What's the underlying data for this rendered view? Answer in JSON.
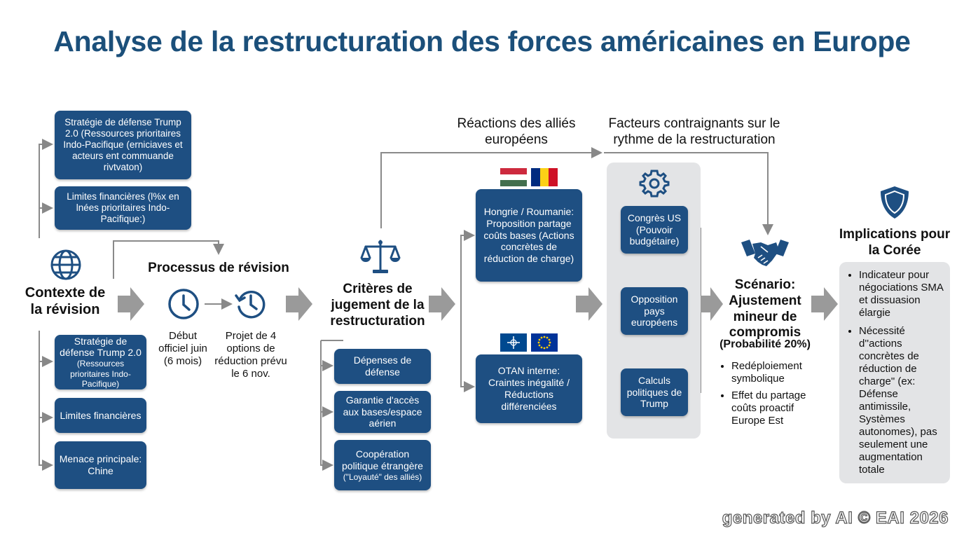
{
  "title": "Analyse de la restructuration des forces américaines en Europe",
  "context": {
    "label": "Contexte de la révision",
    "top_boxes": [
      "Stratégie de défense Trump 2.0 (Ressources prioritaires Indo-Pacifique (erniciaves et acteurs ent commuande rivtvaton)",
      "Limites financières (l%x en lnées prioritaires Indo-Pacifique:)"
    ],
    "bottom_boxes": [
      "Stratégie de défense Trump 2.0",
      "Limites financières",
      "Menace principale: Chine"
    ],
    "bottom_box_sub": "(Ressources prioritaires Indo-Pacifique)"
  },
  "process": {
    "label": "Processus de révision",
    "step1": "Début officiel juin (6 mois)",
    "step2": "Projet de 4 options de réduction prévu le 6 nov."
  },
  "criteria": {
    "label": "Critères de jugement de la restructuration",
    "boxes": [
      "Dépenses de défense",
      "Garantie d'accès aux bases/espace aérien",
      "Coopération politique étrangère"
    ],
    "box3_sub": "(\"Loyauté\" des alliés)"
  },
  "reactions": {
    "label": "Réactions des alliés européens",
    "box1": "Hongrie / Roumanie: Proposition partage coûts bases (Actions concrètes de réduction de charge)",
    "box2": "OTAN interne: Craintes inégalité / Réductions différenciées"
  },
  "factors": {
    "label": "Facteurs contraignants sur le rythme de la restructuration",
    "boxes": [
      "Congrès US (Pouvoir budgétaire)",
      "Opposition pays européens",
      "Calculs politiques de Trump"
    ]
  },
  "scenario": {
    "label": "Scénario: Ajustement mineur de compromis",
    "probability": "(Probabilité 20%)",
    "bullets": [
      "Redéploiement symbolique",
      "Effet du partage coûts proactif Europe Est"
    ]
  },
  "implications": {
    "label": "Implications pour la Corée",
    "bullets": [
      "Indicateur pour négociations SMA et dissuasion élargie",
      "Nécessité d''actions concrètes de réduction de charge\" (ex: Défense antimissile, Systèmes autonomes), pas seulement une augmentation totale"
    ]
  },
  "footer": "generated by AI © EAI 2026",
  "colors": {
    "title": "#1b4f7a",
    "box": "#1e4f82",
    "icon": "#1e4f82",
    "arrow": "#9a9a9a",
    "panel": "#e3e4e6"
  },
  "icons": [
    "globe-icon",
    "clock-icon",
    "history-clock-icon",
    "scales-icon",
    "hungary-flag-icon",
    "romania-flag-icon",
    "nato-flag-icon",
    "eu-flag-icon",
    "gear-icon",
    "handshake-icon",
    "shield-icon"
  ]
}
